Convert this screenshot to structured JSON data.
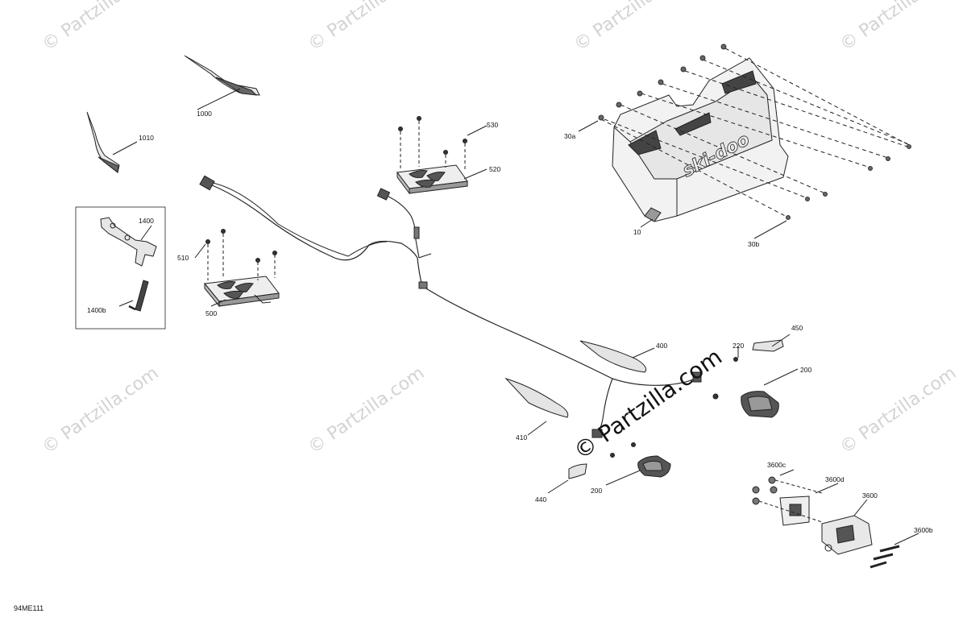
{
  "watermark_text": "© Partzilla.com",
  "diagram_ref": "94ME111",
  "brand_logo": "ski-doo",
  "callouts": {
    "c10": "10",
    "c30a": "30a",
    "c30b": "30b",
    "c200a": "200",
    "c200b": "200",
    "c220": "220",
    "c400": "400",
    "c410": "410",
    "c440": "440",
    "c450": "450",
    "c500": "500",
    "c510": "510",
    "c520": "520",
    "c530": "530",
    "c1000": "1000",
    "c1010": "1010",
    "c1400": "1400",
    "c1400b": "1400b",
    "c3600": "3600",
    "c3600b": "3600b",
    "c3600c": "3600c",
    "c3600d": "3600d"
  }
}
